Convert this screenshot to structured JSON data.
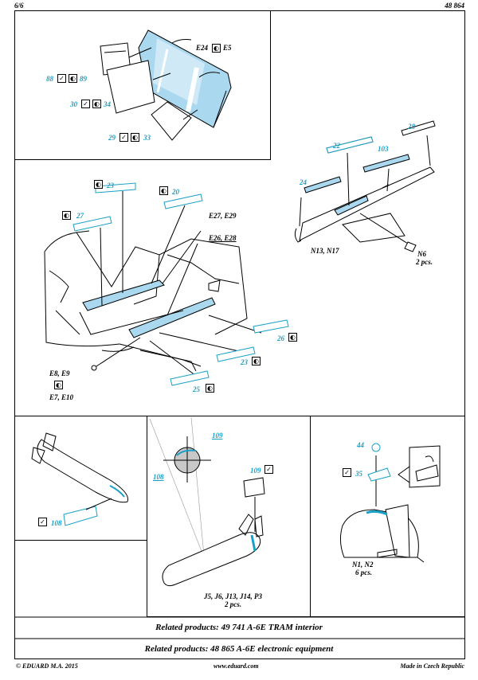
{
  "header": {
    "page": "6/6",
    "code": "48 864"
  },
  "labels": {
    "e24e5": "E24",
    "e5": "E5",
    "p88": "88",
    "p89": "89",
    "p30": "30",
    "p34": "34",
    "p29": "29",
    "p33": "33",
    "p28": "28",
    "p22": "22",
    "p103": "103",
    "p24": "24",
    "n13n17": "N13, N17",
    "n6": "N6",
    "n6pcs": "2 pcs.",
    "p23a": "23",
    "p20": "20",
    "p27": "27",
    "e27e29": "E27, E29",
    "e26e28": "E26, E28",
    "p26": "26",
    "p23b": "23",
    "p25": "25",
    "e8e9": "E8, E9",
    "e7e10": "E7, E10",
    "p108a": "108",
    "p109a": "109",
    "p108b": "108",
    "p109b": "109",
    "j5": "J5, J6, J13, J14, P3",
    "j5pcs": "2 pcs.",
    "p44": "44",
    "p35": "35",
    "n1n2": "N1, N2",
    "n1pcs": "6 pcs."
  },
  "footer": {
    "related1": "Related products: 49 741 A-6E TRAM interior",
    "related2": "Related products: 48 865 A-6E electronic equipment",
    "copyright": "© EDUARD  M.A. 2015",
    "website": "www.eduard.com",
    "made_in": "Made in Czech Republic"
  },
  "colors": {
    "accent_blue": "#1aa0c8",
    "part_fill": "#a9d8ef"
  }
}
